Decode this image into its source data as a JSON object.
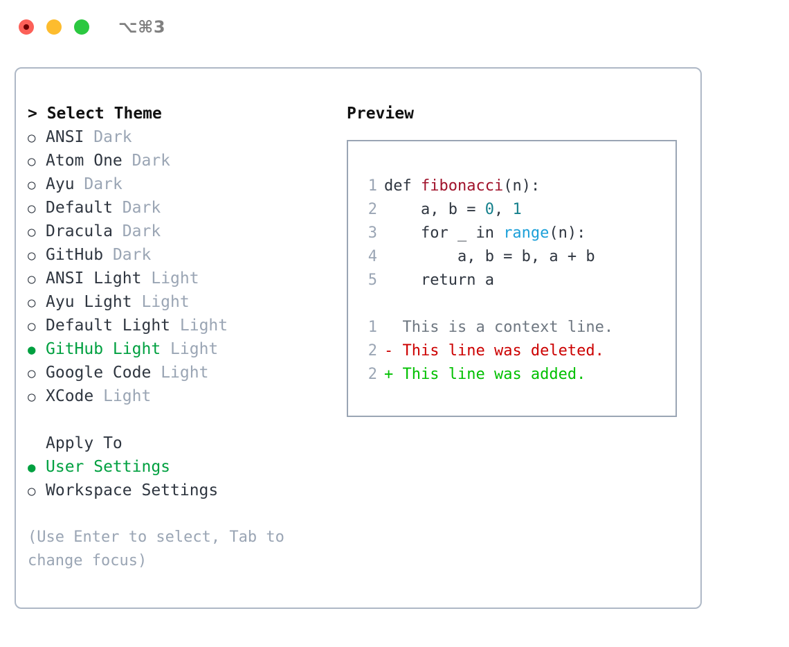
{
  "titlebar": {
    "shortcut": "⌥⌘3",
    "lights": [
      "close-red",
      "minimize-yellow",
      "maximize-green"
    ]
  },
  "theme_list": {
    "heading": "> Select Theme",
    "bullet_unselected": "○",
    "bullet_selected": "●",
    "items": [
      {
        "name": "ANSI",
        "tag": "Dark",
        "selected": false
      },
      {
        "name": "Atom One",
        "tag": "Dark",
        "selected": false
      },
      {
        "name": "Ayu",
        "tag": "Dark",
        "selected": false
      },
      {
        "name": "Default",
        "tag": "Dark",
        "selected": false
      },
      {
        "name": "Dracula",
        "tag": "Dark",
        "selected": false
      },
      {
        "name": "GitHub",
        "tag": "Dark",
        "selected": false
      },
      {
        "name": "ANSI Light",
        "tag": "Light",
        "selected": false
      },
      {
        "name": "Ayu Light",
        "tag": "Light",
        "selected": false
      },
      {
        "name": "Default Light",
        "tag": "Light",
        "selected": false
      },
      {
        "name": "GitHub Light",
        "tag": "Light",
        "selected": true
      },
      {
        "name": "Google Code",
        "tag": "Light",
        "selected": false
      },
      {
        "name": "XCode",
        "tag": "Light",
        "selected": false
      }
    ]
  },
  "apply_to": {
    "heading": "Apply To",
    "items": [
      {
        "name": "User Settings",
        "selected": true
      },
      {
        "name": "Workspace Settings",
        "selected": false
      }
    ]
  },
  "hint": "(Use Enter to select, Tab to change focus)",
  "preview": {
    "title": "Preview",
    "code": [
      {
        "lineno": "1",
        "parts": [
          {
            "t": "def ",
            "c": "plain"
          },
          {
            "t": "fibonacci",
            "c": "fn"
          },
          {
            "t": "(n):",
            "c": "plain"
          }
        ]
      },
      {
        "lineno": "2",
        "parts": [
          {
            "t": "    a, b = ",
            "c": "plain"
          },
          {
            "t": "0",
            "c": "num"
          },
          {
            "t": ", ",
            "c": "plain"
          },
          {
            "t": "1",
            "c": "num"
          }
        ]
      },
      {
        "lineno": "3",
        "parts": [
          {
            "t": "    for _ in ",
            "c": "plain"
          },
          {
            "t": "range",
            "c": "call"
          },
          {
            "t": "(n):",
            "c": "plain"
          }
        ]
      },
      {
        "lineno": "4",
        "parts": [
          {
            "t": "        a, b = b, a + b",
            "c": "plain"
          }
        ]
      },
      {
        "lineno": "5",
        "parts": [
          {
            "t": "    return a",
            "c": "plain"
          }
        ]
      }
    ],
    "diff": [
      {
        "lineno": "1",
        "marker": "  ",
        "text": "This is a context line.",
        "kind": "ctx"
      },
      {
        "lineno": "2",
        "marker": "- ",
        "text": "This line was deleted.",
        "kind": "del"
      },
      {
        "lineno": "2",
        "marker": "+ ",
        "text": "This line was added.",
        "kind": "add"
      }
    ]
  },
  "colors": {
    "accent_green": "#00a040",
    "muted": "#9aa5b4",
    "text": "#2f3640",
    "border": "#aeb8c6",
    "diff_add": "#00c000",
    "diff_del": "#cc0000",
    "token_fn": "#a0122b",
    "token_num": "#15808c",
    "token_call": "#1b9fd8"
  }
}
